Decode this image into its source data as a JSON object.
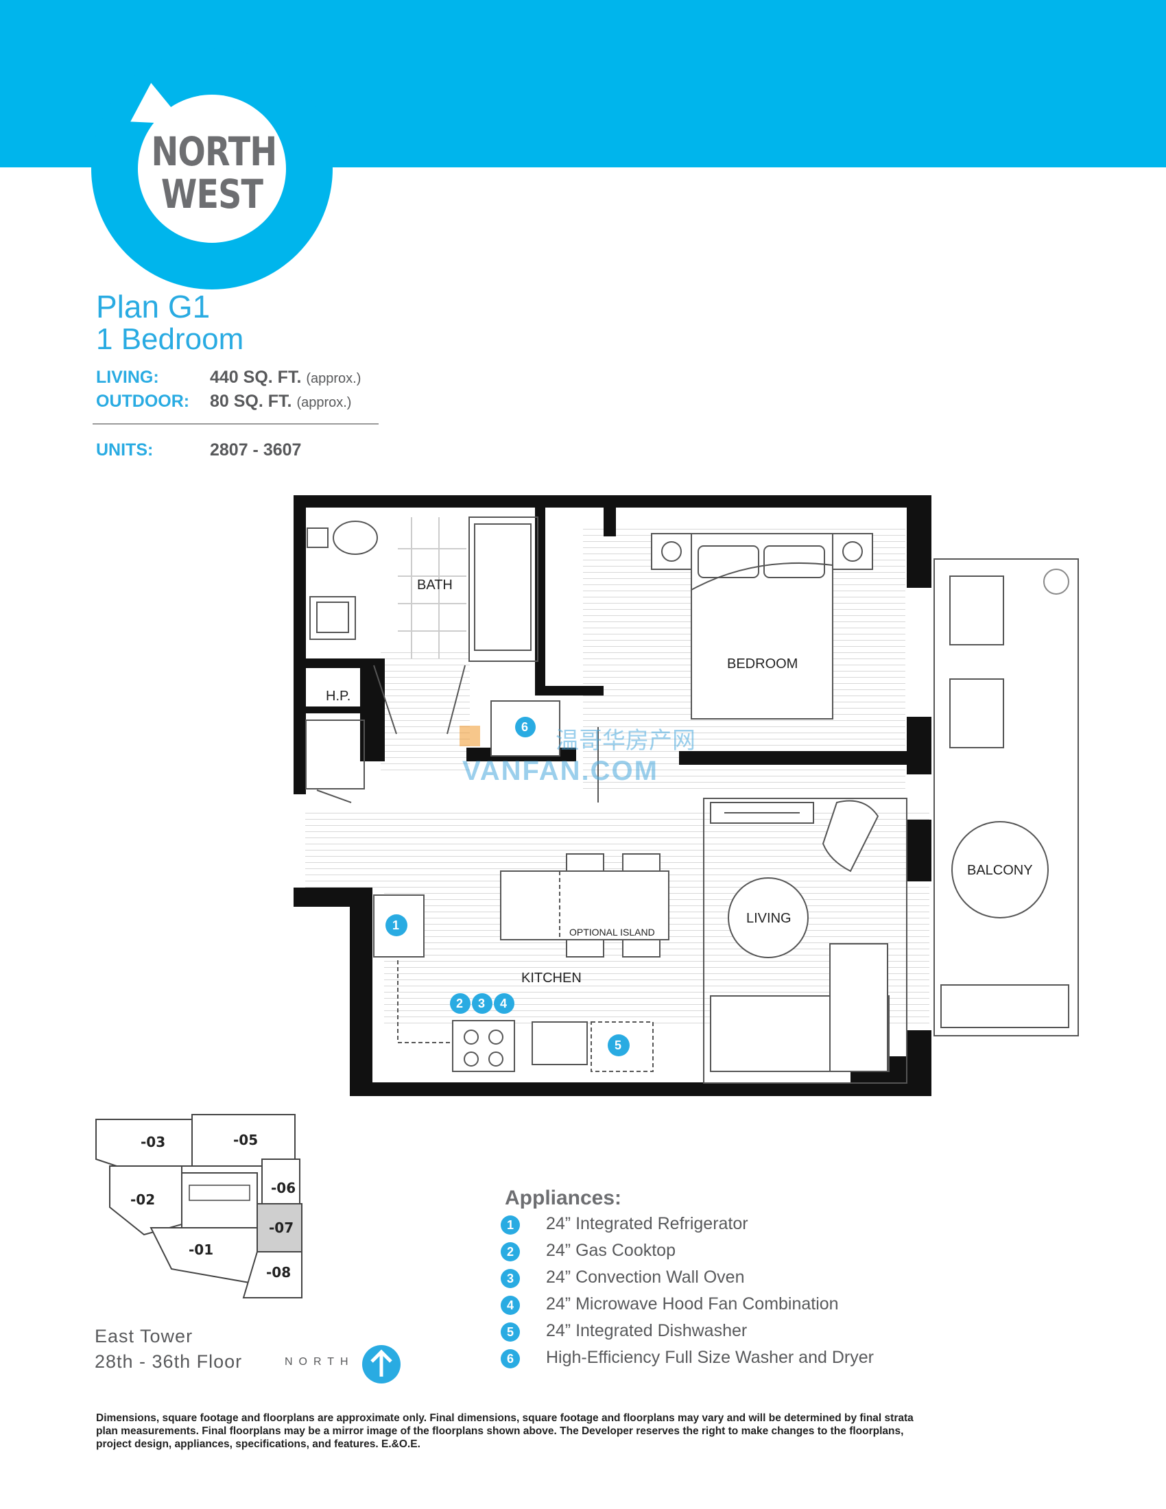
{
  "brand": {
    "logo_line1": "NORTH",
    "logo_line2": "WEST",
    "accent_color": "#00b5ec",
    "text_blue": "#29abe2"
  },
  "plan": {
    "title": "Plan G1",
    "type": "1 Bedroom",
    "living_label": "LIVING:",
    "living_value": "440 SQ. FT.",
    "living_note": "(approx.)",
    "outdoor_label": "OUTDOOR:",
    "outdoor_value": "80 SQ. FT.",
    "outdoor_note": "(approx.)",
    "units_label": "UNITS:",
    "units_value": "2807 - 3607"
  },
  "rooms": {
    "bath": "BATH",
    "hp": "H.P.",
    "bedroom": "BEDROOM",
    "living": "LIVING",
    "kitchen": "KITCHEN",
    "optional_island": "OPTIONAL ISLAND",
    "balcony": "BALCONY"
  },
  "badges": [
    "1",
    "2",
    "3",
    "4",
    "5",
    "6"
  ],
  "watermark": {
    "cn": "温哥华房产网",
    "en": "VANFAN.COM"
  },
  "keyplan": {
    "units": [
      "-03",
      "-05",
      "-06",
      "-02",
      "-07",
      "-01",
      "-08"
    ],
    "highlighted": "-07",
    "tower": "East Tower",
    "floors": "28th - 36th Floor",
    "north": "NORTH"
  },
  "appliances": {
    "title": "Appliances:",
    "items": [
      {
        "num": "1",
        "text": "24” Integrated Refrigerator"
      },
      {
        "num": "2",
        "text": "24” Gas Cooktop"
      },
      {
        "num": "3",
        "text": "24” Convection Wall Oven"
      },
      {
        "num": "4",
        "text": "24” Microwave Hood Fan Combination"
      },
      {
        "num": "5",
        "text": "24” Integrated Dishwasher"
      },
      {
        "num": "6",
        "text": "High-Efficiency Full Size Washer and Dryer"
      }
    ]
  },
  "disclaimer": "Dimensions, square footage and floorplans are approximate only. Final dimensions, square footage and floorplans may vary and will be determined by final strata plan measurements. Final floorplans may be a mirror image of the floorplans shown above. The Developer reserves the right to make changes to the floorplans, project design, appliances, specifications, and features. E.&O.E."
}
